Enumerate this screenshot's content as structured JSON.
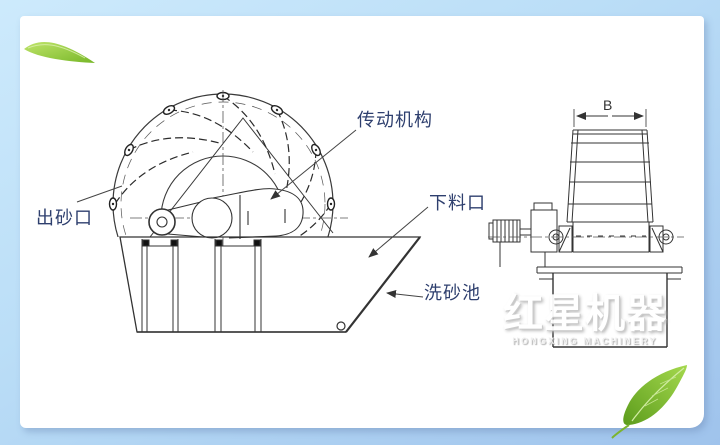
{
  "labels": {
    "sand_outlet": "出砂口",
    "transmission": "传动机构",
    "feed_opening": "下料口",
    "washing_tank": "洗砂池",
    "dimension_b": "B"
  },
  "watermark": {
    "cn": "红星机器",
    "en": "HONGXING MACHINERY"
  },
  "colors": {
    "label_text": "#2e3f6e",
    "diagram_line": "#3a3a3a",
    "leaf_green_light": "#a8d84e",
    "leaf_green_dark": "#5c9c1c",
    "border_blue_light": "#cdeafc",
    "border_blue_dark": "#9fc3ec",
    "watermark_white": "#ffffff"
  }
}
